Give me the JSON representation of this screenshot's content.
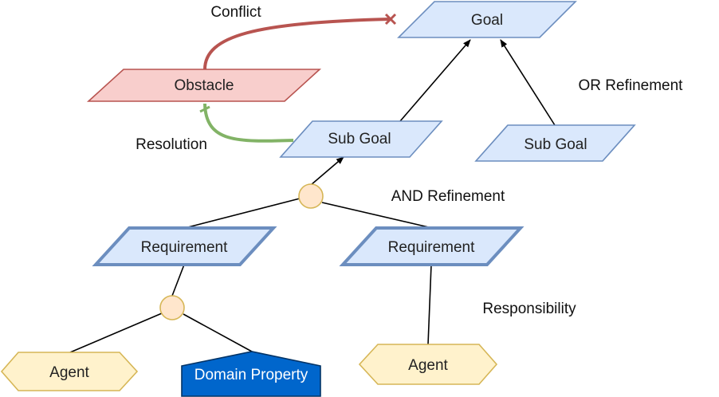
{
  "diagram": {
    "nodes": {
      "goal": "Goal",
      "obstacle": "Obstacle",
      "subgoal_left": "Sub Goal",
      "subgoal_right": "Sub Goal",
      "requirement_left": "Requirement",
      "requirement_right": "Requirement",
      "agent_left": "Agent",
      "domain_property": "Domain Property",
      "agent_right": "Agent"
    },
    "labels": {
      "conflict": "Conflict",
      "resolution": "Resolution",
      "or_refinement": "OR Refinement",
      "and_refinement": "AND Refinement",
      "responsibility": "Responsibility"
    },
    "colors": {
      "goal_fill": "#dae8fc",
      "goal_stroke": "#6c8ebf",
      "obstacle_fill": "#f8cecc",
      "obstacle_stroke": "#b85450",
      "conflict_line": "#b85450",
      "resolution_line": "#82b366",
      "junction_fill": "#ffe6cc",
      "junction_stroke": "#d6b656",
      "agent_fill": "#fff2cc",
      "agent_stroke": "#d6b656",
      "domain_fill": "#0066cc",
      "domain_stroke": "#003366",
      "domain_text": "#ffffff"
    }
  }
}
